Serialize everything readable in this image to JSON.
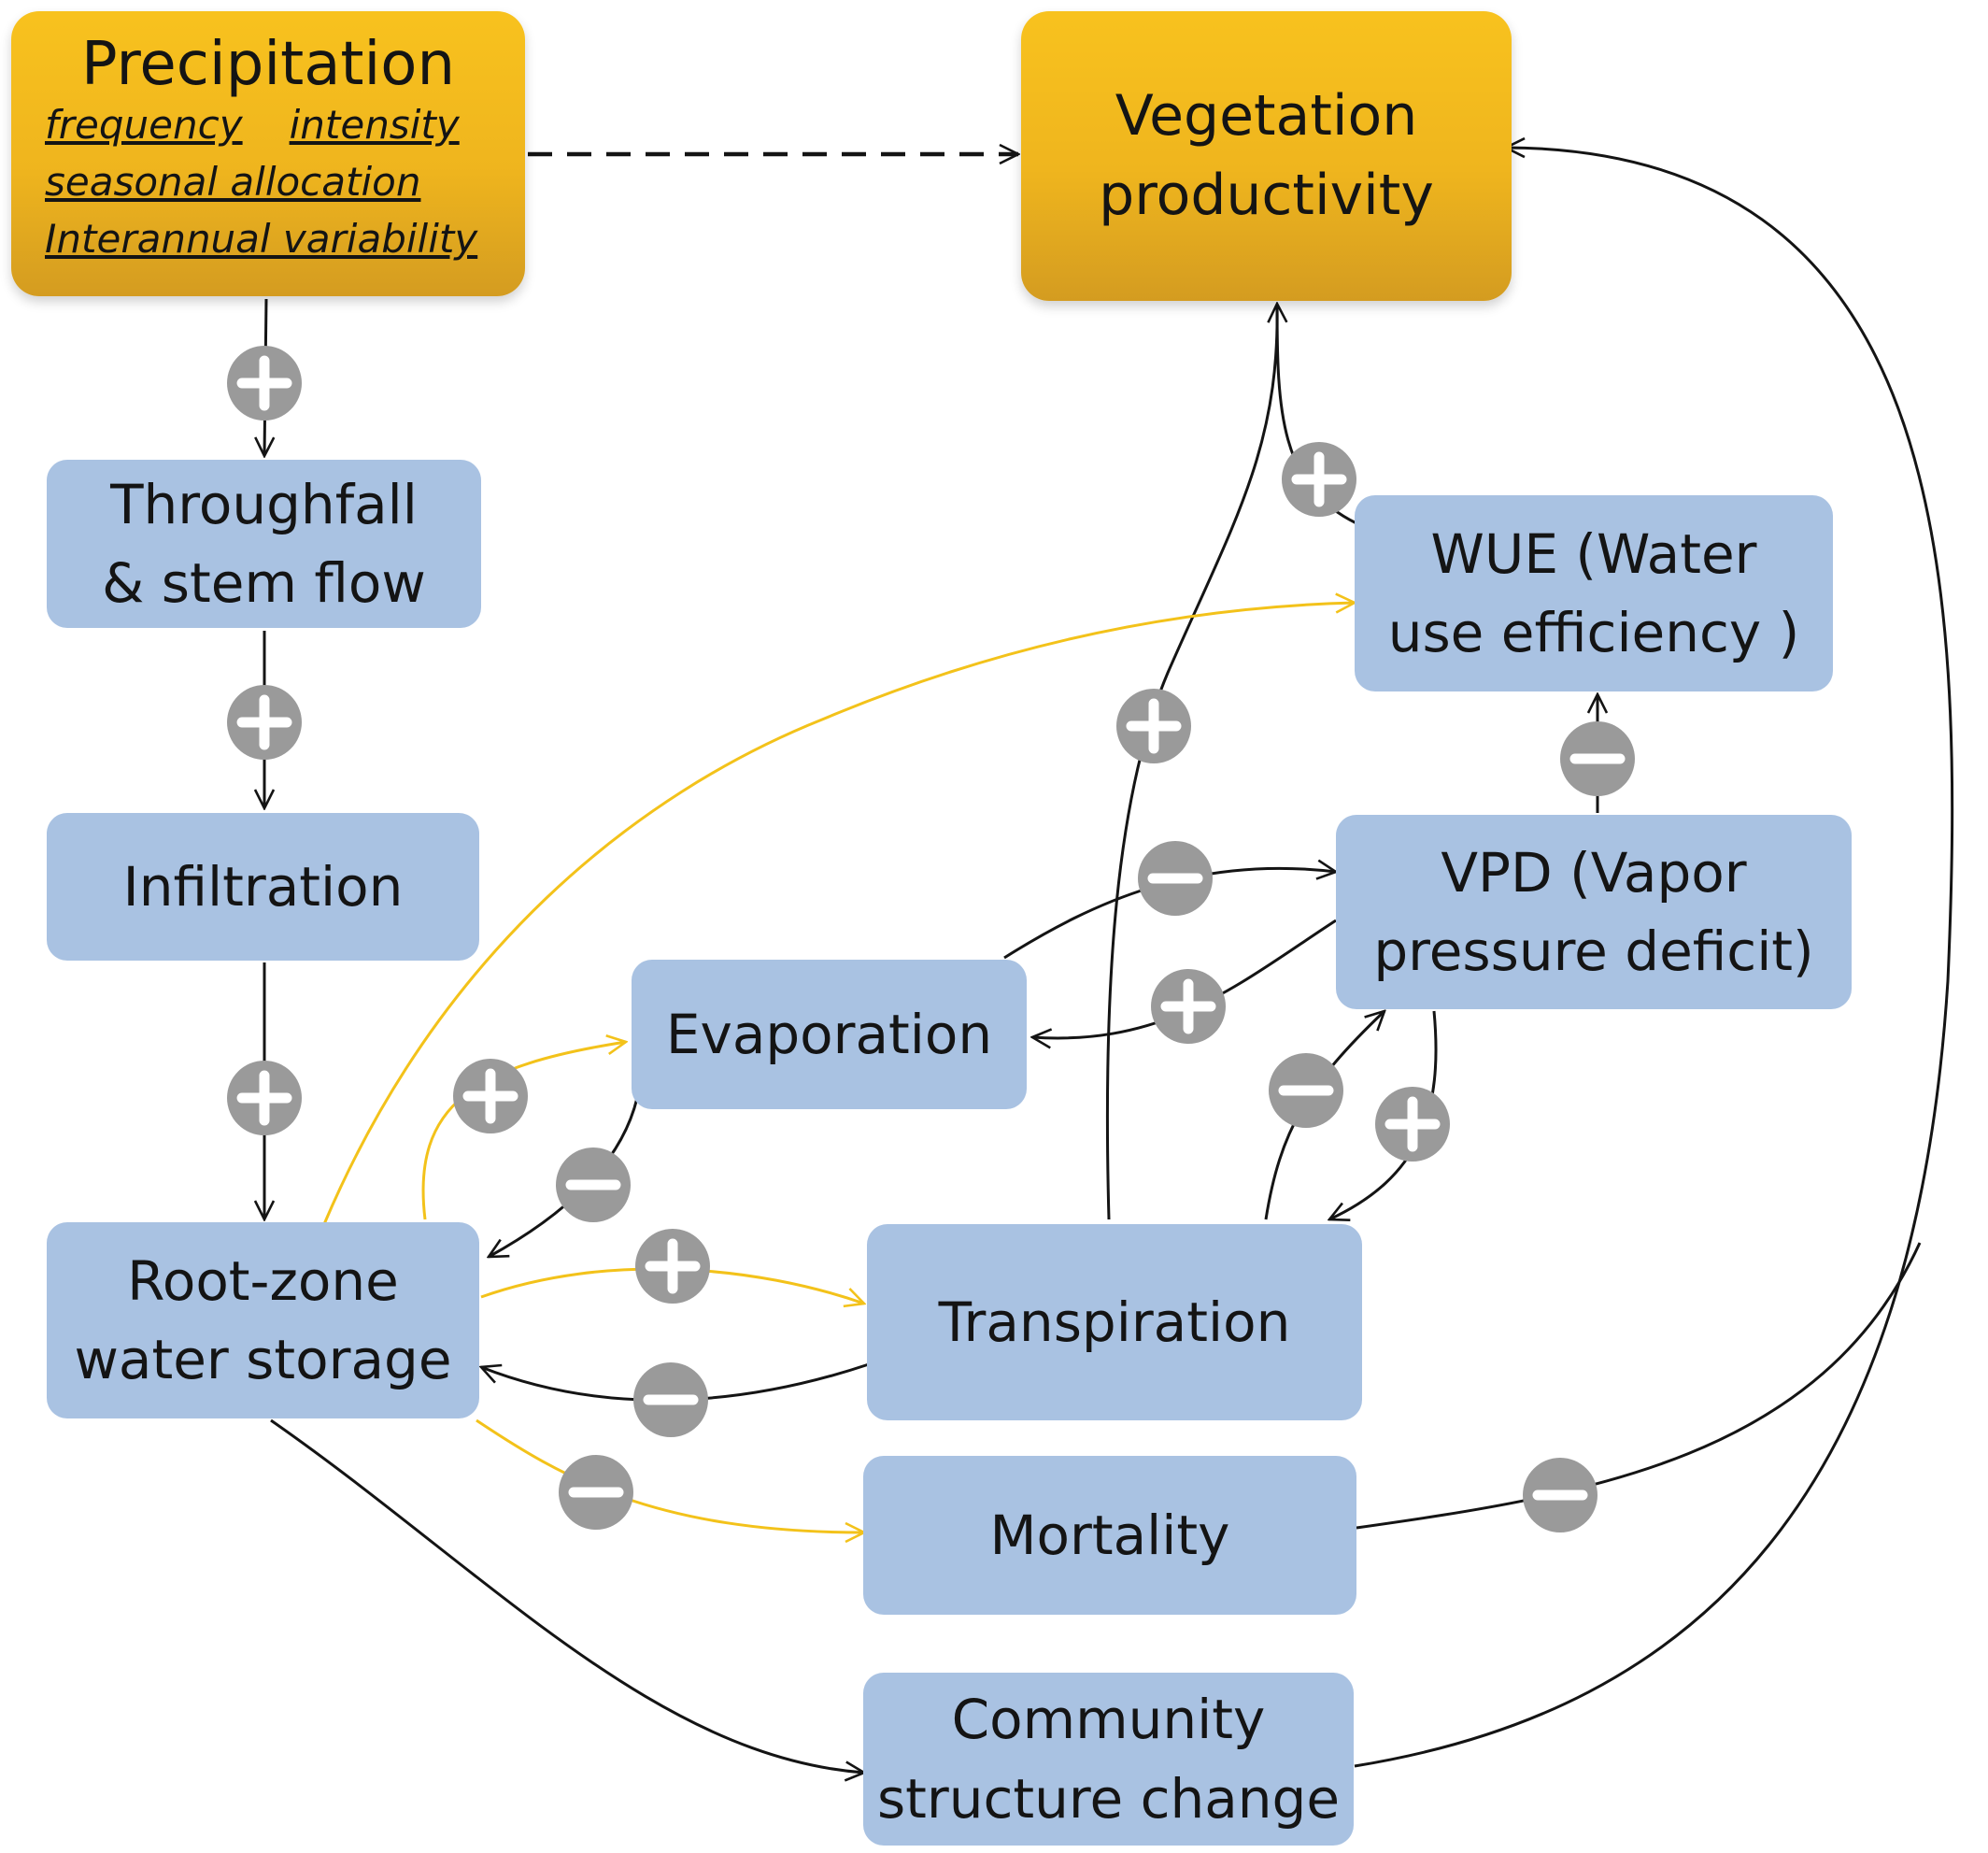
{
  "nodes": {
    "precipitation": {
      "title": "Precipitation",
      "attributes": [
        "frequency",
        "intensity",
        "seasonal allocation",
        "Interannual variability"
      ]
    },
    "vegetation": {
      "line1": "Vegetation",
      "line2": "productivity"
    },
    "throughfall": {
      "line1": "Throughfall",
      "line2": "& stem flow"
    },
    "infiltration": {
      "line1": "Infiltration"
    },
    "rootzone": {
      "line1": "Root-zone",
      "line2": "water storage"
    },
    "evaporation": {
      "line1": "Evaporation"
    },
    "transpiration": {
      "line1": "Transpiration"
    },
    "mortality": {
      "line1": "Mortality"
    },
    "community": {
      "line1": "Community",
      "line2": "structure change"
    },
    "wue": {
      "line1": "WUE (Water",
      "line2": "use efficiency )"
    },
    "vpd": {
      "line1": "VPD (Vapor",
      "line2": "pressure deficit)"
    }
  },
  "edges": [
    {
      "from": "precipitation",
      "to": "vegetation",
      "style": "dashed",
      "sign": ""
    },
    {
      "from": "precipitation",
      "to": "throughfall",
      "style": "black",
      "sign": "+"
    },
    {
      "from": "throughfall",
      "to": "infiltration",
      "style": "black",
      "sign": "+"
    },
    {
      "from": "infiltration",
      "to": "rootzone",
      "style": "black",
      "sign": "+"
    },
    {
      "from": "rootzone",
      "to": "wue",
      "style": "yellow",
      "sign": ""
    },
    {
      "from": "rootzone",
      "to": "evaporation",
      "style": "yellow",
      "sign": "+"
    },
    {
      "from": "evaporation",
      "to": "rootzone",
      "style": "black",
      "sign": "-"
    },
    {
      "from": "rootzone",
      "to": "transpiration",
      "style": "yellow",
      "sign": "+"
    },
    {
      "from": "transpiration",
      "to": "rootzone",
      "style": "black",
      "sign": "-"
    },
    {
      "from": "rootzone",
      "to": "mortality",
      "style": "yellow",
      "sign": "-"
    },
    {
      "from": "rootzone",
      "to": "community",
      "style": "black",
      "sign": ""
    },
    {
      "from": "evaporation",
      "to": "vpd",
      "style": "black",
      "sign": "-"
    },
    {
      "from": "vpd",
      "to": "evaporation",
      "style": "black",
      "sign": "+"
    },
    {
      "from": "transpiration",
      "to": "vpd",
      "style": "black",
      "sign": "-"
    },
    {
      "from": "vpd",
      "to": "transpiration",
      "style": "black",
      "sign": "+"
    },
    {
      "from": "vpd",
      "to": "wue",
      "style": "black",
      "sign": "-"
    },
    {
      "from": "transpiration",
      "to": "vegetation",
      "style": "black",
      "sign": "+"
    },
    {
      "from": "wue",
      "to": "vegetation",
      "style": "black",
      "sign": "+"
    },
    {
      "from": "mortality",
      "to": "vegetation",
      "style": "black",
      "sign": "-"
    },
    {
      "from": "community",
      "to": "vegetation",
      "style": "black",
      "sign": ""
    }
  ],
  "colors": {
    "box_fill": "#a9c2e2",
    "highlight_fill": "#f2b91e",
    "sign_fill": "#9a9a9a",
    "black_arrow": "#141414",
    "yellow_arrow": "#f3c21a"
  }
}
